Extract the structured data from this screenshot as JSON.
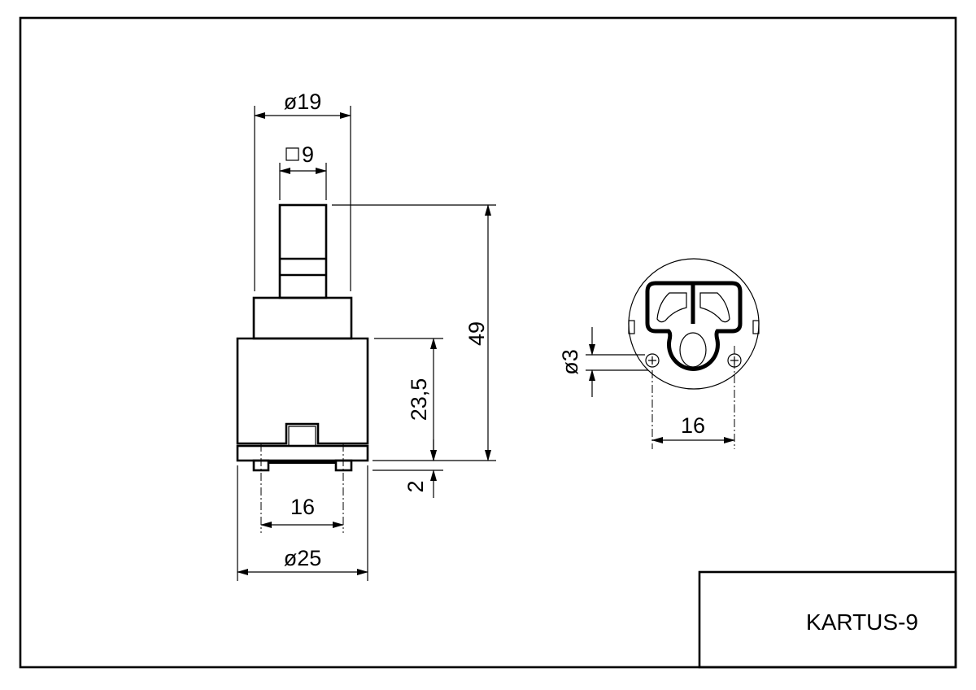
{
  "title_block": {
    "part_name": "KARTUS-9"
  },
  "side_view": {
    "dims": {
      "stem_diameter": "ø19",
      "square_stem": "9",
      "total_height": "49",
      "body_height": "23,5",
      "pin_height": "2",
      "pin_spacing": "16",
      "body_diameter": "ø25"
    }
  },
  "bottom_view": {
    "dims": {
      "hole_diameter": "ø3",
      "hole_spacing": "16"
    }
  }
}
